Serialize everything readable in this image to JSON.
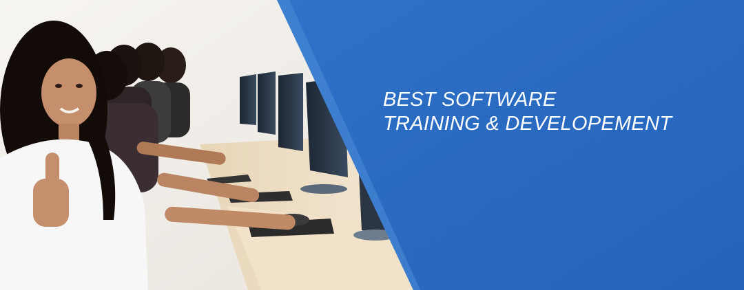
{
  "banner": {
    "headline_line1": "BEST SOFTWARE",
    "headline_line2": "TRAINING & DEVELOPEMENT",
    "panel_color": "#2a6bc2",
    "image_subject": "students smiling at computer workstations, thumbs-up"
  }
}
